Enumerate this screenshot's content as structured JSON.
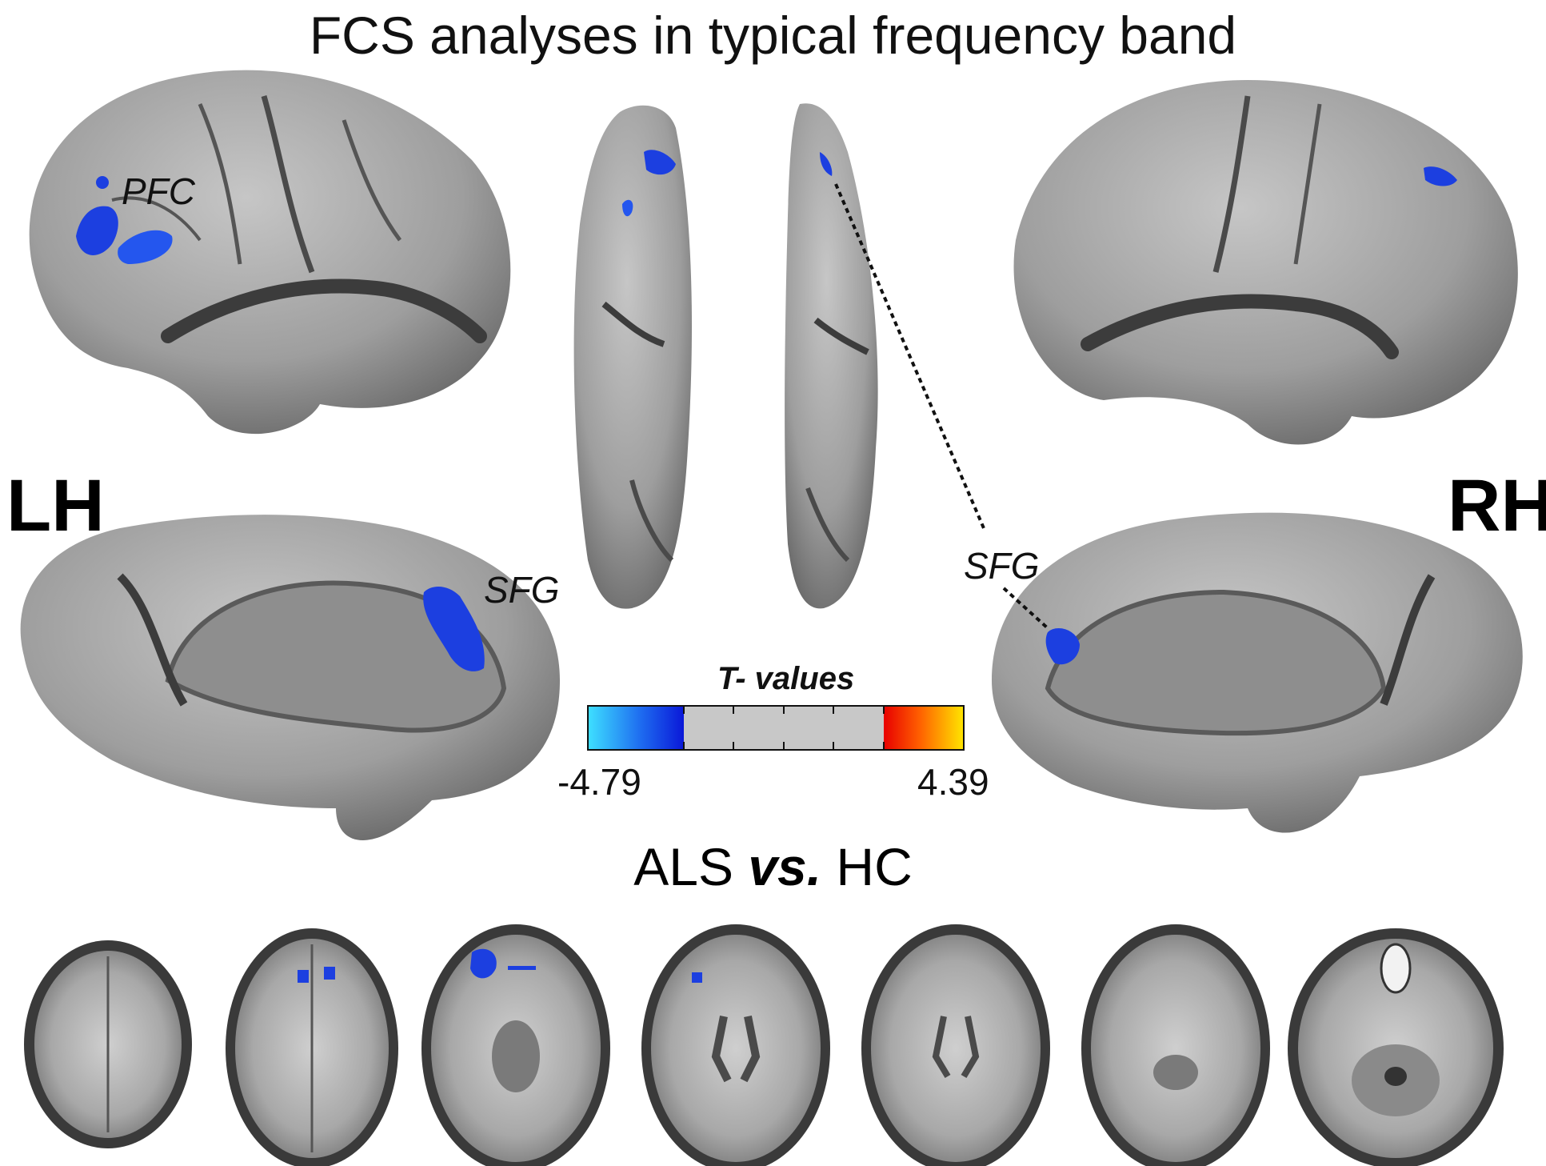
{
  "title": "FCS analyses in typical frequency band",
  "hemispheres": {
    "left": "LH",
    "right": "RH"
  },
  "region_labels": {
    "pfc": "PFC",
    "sfg_left": "SFG",
    "sfg_right": "SFG"
  },
  "colorbar": {
    "title": "T- values",
    "min_label": "-4.79",
    "max_label": "4.39",
    "min": -4.79,
    "max": 4.39,
    "negative_colors": [
      "#3ee0ff",
      "#1e6cf0",
      "#0a18d8"
    ],
    "neutral_color": "#c8c8c8",
    "positive_colors": [
      "#e80000",
      "#ff6000",
      "#ffe600"
    ]
  },
  "contrast": {
    "group_a": "ALS",
    "vs": "vs.",
    "group_b": "HC"
  },
  "colors": {
    "cortex": "#9c9c9c",
    "sulcus": "#3c3c3c",
    "activation": "#1c3fe0"
  },
  "axial_slices": {
    "count": 7
  }
}
